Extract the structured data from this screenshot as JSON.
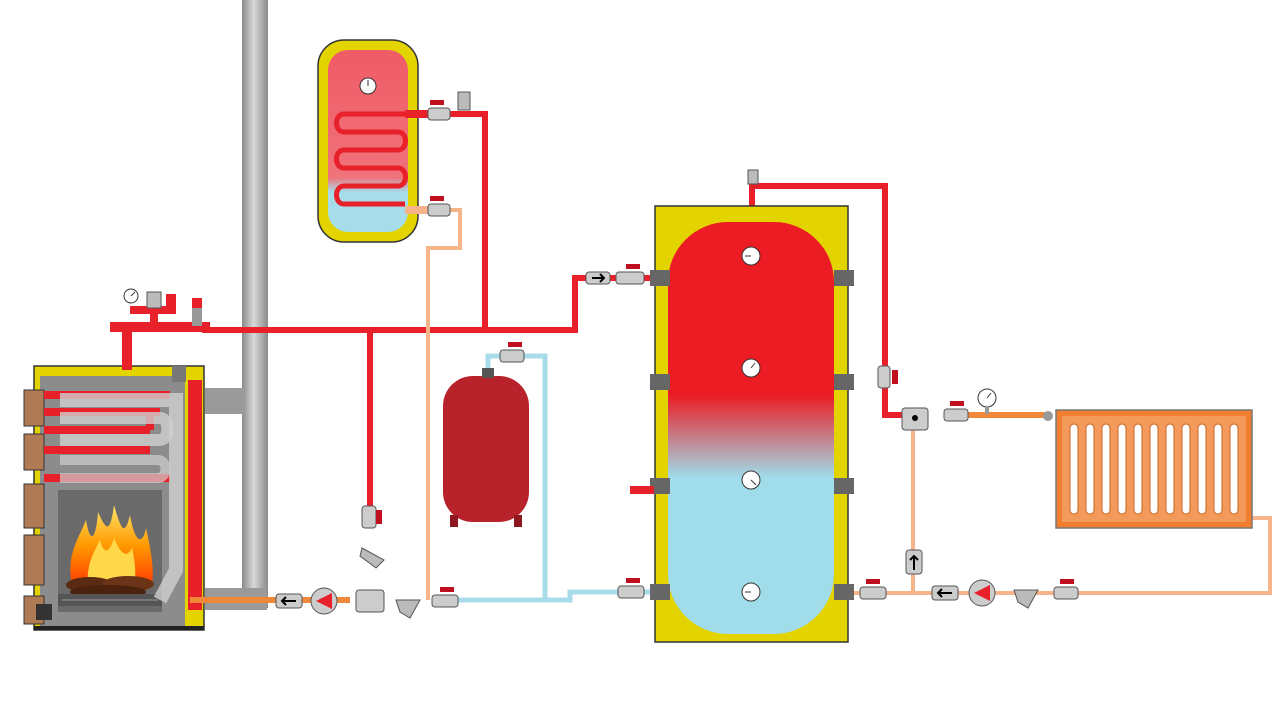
{
  "diagram": {
    "components": [
      {
        "id": "solid-fuel-boiler",
        "icon": "boiler-icon"
      },
      {
        "id": "chimney",
        "icon": "chimney-icon"
      },
      {
        "id": "indirect-water-heater",
        "icon": "water-heater-icon"
      },
      {
        "id": "expansion-tank",
        "icon": "expansion-tank-icon"
      },
      {
        "id": "buffer-tank",
        "icon": "buffer-tank-icon"
      },
      {
        "id": "radiator",
        "icon": "radiator-icon"
      },
      {
        "id": "boiler-circulation-pump",
        "icon": "pump-icon"
      },
      {
        "id": "heating-circulation-pump",
        "icon": "pump-icon"
      },
      {
        "id": "mixing-valve",
        "icon": "three-way-valve-icon"
      }
    ],
    "pipe_colors": {
      "supply": "#e8202a",
      "return": "#a9dcea",
      "heating_supply": "#f0883a",
      "heating_return": "#f5b48a",
      "flue": "#bdbdbd"
    },
    "tank_gradient": [
      "#ec1c24",
      "#a0dcea"
    ],
    "insulation_color": "#e3d400",
    "boiler_body_color": "#888888",
    "expansion_tank_color": "#b8222a",
    "radiator_color": "#f07e2e"
  }
}
